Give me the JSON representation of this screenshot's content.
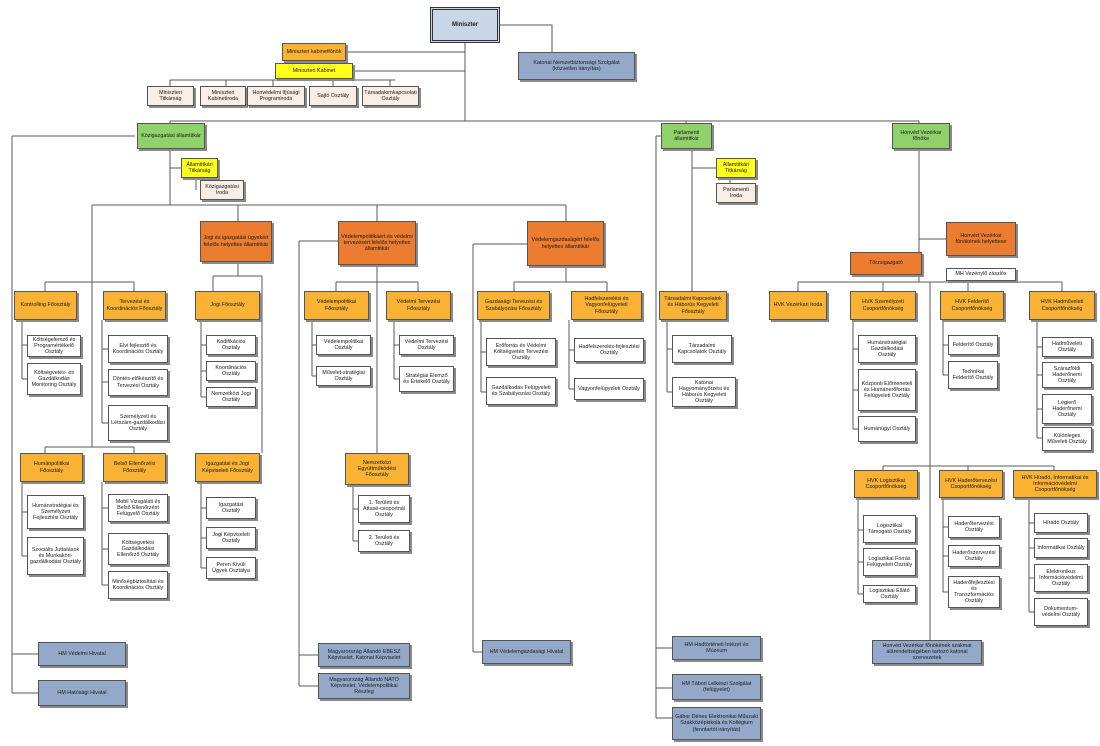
{
  "org": {
    "minister": "Miniszter",
    "kabinetfonok": "Miniszteri kabinetfőnök",
    "kabinet": "Miniszteri Kabinet",
    "knbsz": "Katonai Nemzetbiztonsági Szolgálat (közvetlen irányítás)",
    "titkarsag": "Miniszteri Titkárság",
    "kab_iroda": "Miniszteri Kabinetiroda",
    "honv_program": "Honvédelmi Ifjúsági Programiroda",
    "sajto": "Sajtó Osztály",
    "tarsad": "Társadalomkapcsolati Osztály",
    "kozig_all": "Közigazgatási államtitkár",
    "allamtitk_titk": "Államtitkári Titkárság",
    "kozig_iroda": "Közigazgatási Iroda",
    "jogi_helyettes": "Jogi és igazgatási ügyekért felelős helyettes államtitkár",
    "vedpol_helyettes": "Védelempolitikáért és védelmi tervezésért felelős helyettes államtitkár",
    "vedgazd_helyettes": "Védelemgazdaságért felelős helyettes államtitkár",
    "kontrolling": "Kontrolling Főosztály",
    "kolts_prog": "Költségelemző és Programértékelő Osztály",
    "kolts_gazd": "Költségvetés- és Gazdálkodás Monitoring Osztály",
    "tervezesi_koord": "Tervezési és Koordinációs Főosztály",
    "elv_fej": "Elvi fejlesztő és Koordinációs Osztály",
    "dontes": "Döntés-előkészítő és Tervezési Osztály",
    "szemelyzeti": "Személyzeti és Létszám-gazdálkodási Osztály",
    "humanpol": "Humánpolitikai Főosztály",
    "humanstrat": "Humánstratégiai és Személyzeti Fejlesztési Osztály",
    "szoc_jutt": "Szociális Juttatások és Munkaköri-gazdálkodási Osztály",
    "belso_ell": "Belső Ellenőrzési Főosztály",
    "mobil_viz": "Mobil Vizsgálati és Belső Ellenőrzést Felügyelő Osztály",
    "koltsegvetes_ell": "Költségvetési Gazdálkodási Ellenőrző Osztály",
    "minoseg": "Minőségbiztosítási és Koordinációs Osztály",
    "jogi_fo": "Jogi Főosztály",
    "kodifikacios": "Kodifikációs Osztály",
    "koordinacios": "Koordinációs Osztály",
    "nemzetkozi_jogi": "Nemzetközi Jogi Osztály",
    "igazgatasi_fo": "Igazgatási és Jogi Képviseleti Főosztály",
    "igazgatasi_o": "Igazgatási Osztály",
    "jogi_kepv": "Jogi Képviseleti Osztály",
    "peren_kivuli": "Peren Kívüli Ügyek Osztálya",
    "vedpol_fo": "Védelempolitikai Főosztály",
    "vedpol_o": "Védelempolitikai Osztály",
    "muvelet_strat": "Művelet-stratégiai Osztály",
    "vedelmi_terv_fo": "Védelmi Tervezési Főosztály",
    "vedelmi_terv_o": "Védelmi Tervezési Osztály",
    "strat_elemzo": "Stratégiai Elemző és Értékelő Osztály",
    "nemzetkozi_egy": "Nemzetközi Együttműködési Főosztály",
    "teruleti1": "1. Területi és Attasé-csoportnál Osztály",
    "teruleti2": "2. Területi és Osztály",
    "gazd_terv_fo": "Gazdasági Tervezési és Szabályozási Főosztály",
    "eroforras": "Erőforrás és Védelmi Költségvetés Tervezési Osztály",
    "gazd_felugy": "Gazdálkodás Felügyeleti és Szabályozási Osztály",
    "hadfelsz_fo": "Hadfelszerelési és Vagyonfelügyeleti Főosztály",
    "hadfelsz_fejl": "Hadfelszerelés-fejlesztési Osztály",
    "vagyonfelugy": "Vagyonfelügyeleti Osztály",
    "parl_all": "Parlamenti államtitkár",
    "parl_titk": "Államtitkári Titkárság",
    "parl_iroda": "Parlamenti Iroda",
    "tarsadalmi_fo": "Társadalmi Kapcsolatok és Háborús Kegyeleti Főosztály",
    "tarsadalmi_o": "Társadalmi Kapcsolatok Osztály",
    "katonai_hagyomany": "Katonai Hagyományőrzési és Háborús Kegyeleti Osztály",
    "hvk_fonok": "Honvéd Vezérkar főnöke",
    "hvk_helyettes": "Honvéd Vezérkar főnökének helyettese",
    "tarsasag": "Törzsigazgató",
    "mh_vezenylo": "MH Vezénylő zászlós",
    "hvk_iroda": "HVK Vezérkari Iroda",
    "hvk_szemelyzeti": "HVK Személyzeti Csoportfőnökség",
    "humanstrat2": "Humánstratégiai Gazdálkodási Osztály",
    "kozponti_nyilv": "Központi Előmeneteli és Humánerőforrás Felügyeleti Osztály",
    "humanugyi": "Humánügyi Osztály",
    "hvk_felderito": "HVK Felderítő Csoportfőnökség",
    "felderito_o": "Felderítő Osztály",
    "technikai_fel": "Technikai Felderítő Osztály",
    "hvk_hadmuveleti": "HVK Hadműveleti Csoportfőnökség",
    "hadmuveleti_o": "Hadműveleti Osztály",
    "szarazfoldi": "Szárazföldi Haderőnemi Osztály",
    "legiero": "Légierő Haderőnemi Osztály",
    "kulmisszio": "Különleges Műveleti Osztály",
    "hvk_logisztikai": "HVK Logisztikai Csoportfőnökség",
    "log_tamogato": "Logisztikai Támogató Osztály",
    "log_forras": "Logisztikai Forrás Felügyeleti Osztály",
    "log_elato": "Logisztikai Ellátó Osztály",
    "hvk_haderotervezesi": "HVK Haderőtervezési Csoportfőnökség",
    "haderotervezesi_o": "Haderőtervezési Osztály",
    "haderoszervezesi": "Haderőszervezési Osztály",
    "haderofejlesztesi": "Haderőfejlesztési és Transzformációs Osztály",
    "hvk_hirado": "HVK Híradó, Informatikai és Információvédelmi Csoportfőnökség",
    "hirado_o": "Híradó Osztály",
    "informatikai": "Informatikai Osztály",
    "elektronikus": "Elektronikus Információvédelmi Osztály",
    "dokumentum": "Dokumentum-védelmi Osztály",
    "hvk_foiroda": "Honvéd Vezérkar főnökének szakmai alárendeltségében tartozó katonai szervezetek",
    "hm_vedelmi": "HM Védelmi Hivatal",
    "hm_hatosagi": "HM Hatósági Hivatal",
    "ebesz": "Magyarország Állandó EBESZ Képviselet, Katonai Képviselet",
    "nato": "Magyarország Állandó NATO Képviselet, Védelempolitikai Részleg",
    "hm_vedgazd": "HM Védelemgazdasági Hivatal",
    "hm_hadtorteneti": "HM Hadtörténeti Intézet és Múzeum",
    "hm_tabori": "HM Tábori Lelkészi Szolgálat (felügyelet)",
    "gabor_denes": "Gábor Dénes Elektronikai Műszaki Szakközépiskola és Kollégium (fenntartói irányítás)"
  },
  "colors": {
    "line": "#5a5a5a",
    "yellow": "#ffff1a",
    "light_orange": "#f9b233",
    "dark_orange": "#ec7c30",
    "green": "#8fd16a",
    "blue": "#94a9c9",
    "white": "#ffffff"
  }
}
